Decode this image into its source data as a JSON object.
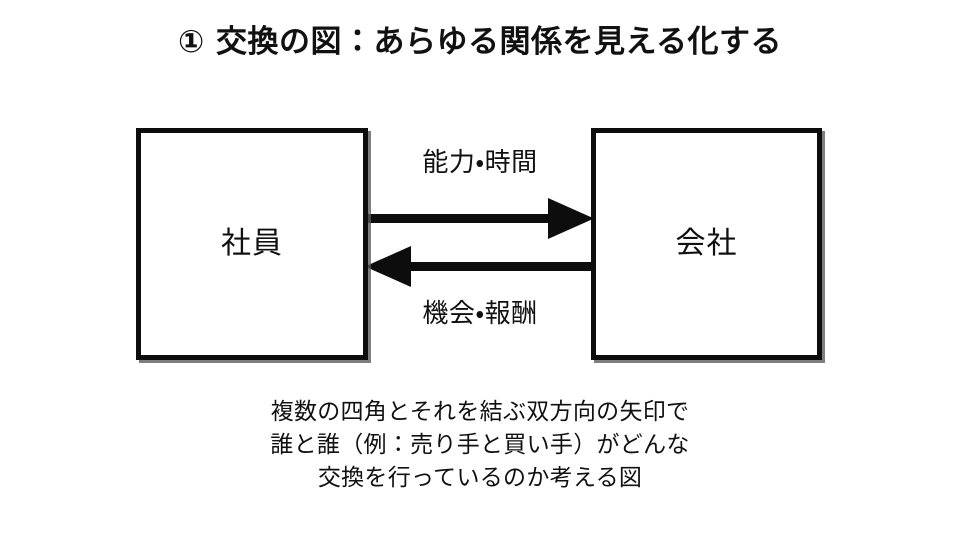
{
  "slide": {
    "title": "① 交換の図：あらゆる関係を見える化する",
    "background_color": "#ffffff",
    "text_color": "#111111",
    "stroke_color": "#0d0d0d",
    "shadow_color": "#5a5a5a"
  },
  "diagram": {
    "type": "exchange-diagram",
    "nodes": [
      {
        "id": "employee",
        "label": "社員"
      },
      {
        "id": "company",
        "label": "会社"
      }
    ],
    "edges": [
      {
        "id": "edge-top",
        "label": "能力・時間",
        "from": "employee",
        "to": "company",
        "direction": "right"
      },
      {
        "id": "edge-bottom",
        "label": "機会・報酬",
        "from": "company",
        "to": "employee",
        "direction": "left"
      }
    ]
  },
  "caption": {
    "lines": [
      "複数の四角とそれを結ぶ双方向の矢印で",
      "誰と誰（例：売り手と買い手）がどんな",
      "交換を行っているのか考える図"
    ]
  }
}
